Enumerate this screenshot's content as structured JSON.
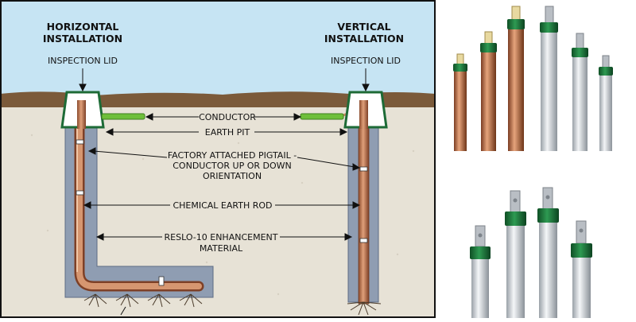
{
  "diagram": {
    "horizontal_title": [
      "HORIZONTAL",
      "INSTALLATION"
    ],
    "vertical_title": [
      "VERTICAL",
      "INSTALLATION"
    ],
    "inspection_lid_left": "INSPECTION LID",
    "inspection_lid_right": "INSPECTION LID",
    "conductor": "CONDUCTOR",
    "earth_pit": "EARTH PIT",
    "pigtail": [
      "FACTORY ATTACHED PIGTAIL -",
      "CONDUCTOR UP OR DOWN",
      "ORIENTATION"
    ],
    "rod": "CHEMICAL EARTH ROD",
    "material": [
      "RESLO-10 ENHANCEMENT",
      "MATERIAL"
    ]
  },
  "colors": {
    "sky": "#c6e4f3",
    "soil": "#7b5a3a",
    "ground": "#e7e2d6",
    "backfill": "#8f9db2",
    "copper": "#c07a52",
    "cap_green": "#1f7a3c",
    "conductor_green": "#6fbf3a",
    "galvanized": "#c9ced4"
  },
  "photos": {
    "top": [
      {
        "type": "copper"
      },
      {
        "type": "copper"
      },
      {
        "type": "copper"
      },
      {
        "type": "galvanized"
      },
      {
        "type": "galvanized"
      },
      {
        "type": "galvanized"
      }
    ],
    "bottom": [
      {
        "type": "galvanized"
      },
      {
        "type": "galvanized"
      },
      {
        "type": "galvanized"
      },
      {
        "type": "galvanized"
      }
    ]
  }
}
